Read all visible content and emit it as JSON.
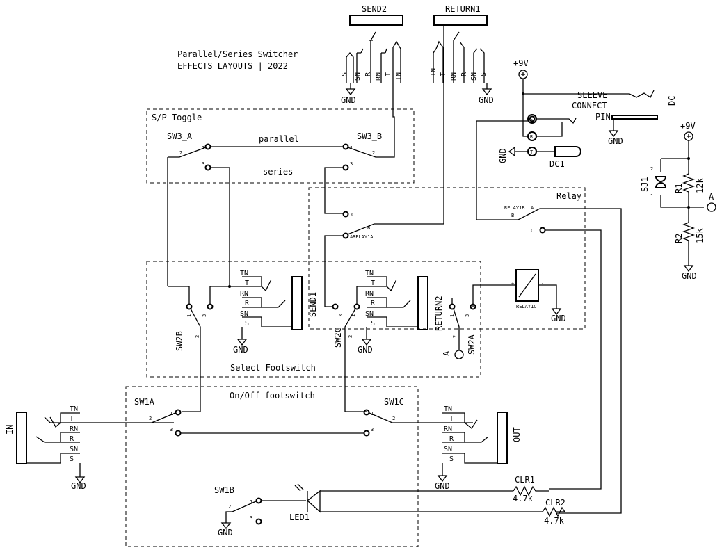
{
  "title": {
    "line1": "Parallel/Series Switcher",
    "line2": "EFFECTS LAYOUTS | 2022"
  },
  "groups": {
    "sp_toggle": "S/P Toggle",
    "relay": "Relay",
    "select": "Select Footswitch",
    "onoff": "On/Off footswitch"
  },
  "jacks": {
    "send2": "SEND2",
    "return1": "RETURN1",
    "send1": "SEND1",
    "return2": "RETURN2",
    "in": "IN",
    "out": "OUT",
    "dc": "DC"
  },
  "pins": {
    "tn": "TN",
    "t": "T",
    "rn": "RN",
    "r": "R",
    "sn": "SN",
    "s": "S"
  },
  "dc_jack": {
    "sleeve": "SLEEVE",
    "connect": "CONNECT",
    "pin": "PIN",
    "s": "S",
    "r": "R",
    "t": "T",
    "dc1": "DC1"
  },
  "switches": {
    "sw3a": "SW3_A",
    "sw3b": "SW3_B",
    "parallel": "parallel",
    "series": "series",
    "sw2b": "SW2B",
    "sw2c": "SW2C",
    "sw2a": "SW2A",
    "sw1a": "SW1A",
    "sw1b": "SW1B",
    "sw1c": "SW1C",
    "p1": "1",
    "p2": "2",
    "p3": "3"
  },
  "relay": {
    "relay1a": "RELAY1A",
    "relay1b": "RELAY1B",
    "relay1c": "RELAY1C",
    "pin_a": "A",
    "pin_b": "B",
    "pin_c": "C",
    "plus": "+",
    "minus": "-"
  },
  "components": {
    "sj1": "SJ1",
    "r1": "R1",
    "r1_val": "12k",
    "r2": "R2",
    "r2_val": "15k",
    "clr1": "CLR1",
    "clr1_val": "4.7k",
    "clr2": "CLR2",
    "clr2_val": "4.7k",
    "led1": "LED1"
  },
  "nets": {
    "gnd": "GND",
    "v9": "+9V",
    "a": "A"
  }
}
